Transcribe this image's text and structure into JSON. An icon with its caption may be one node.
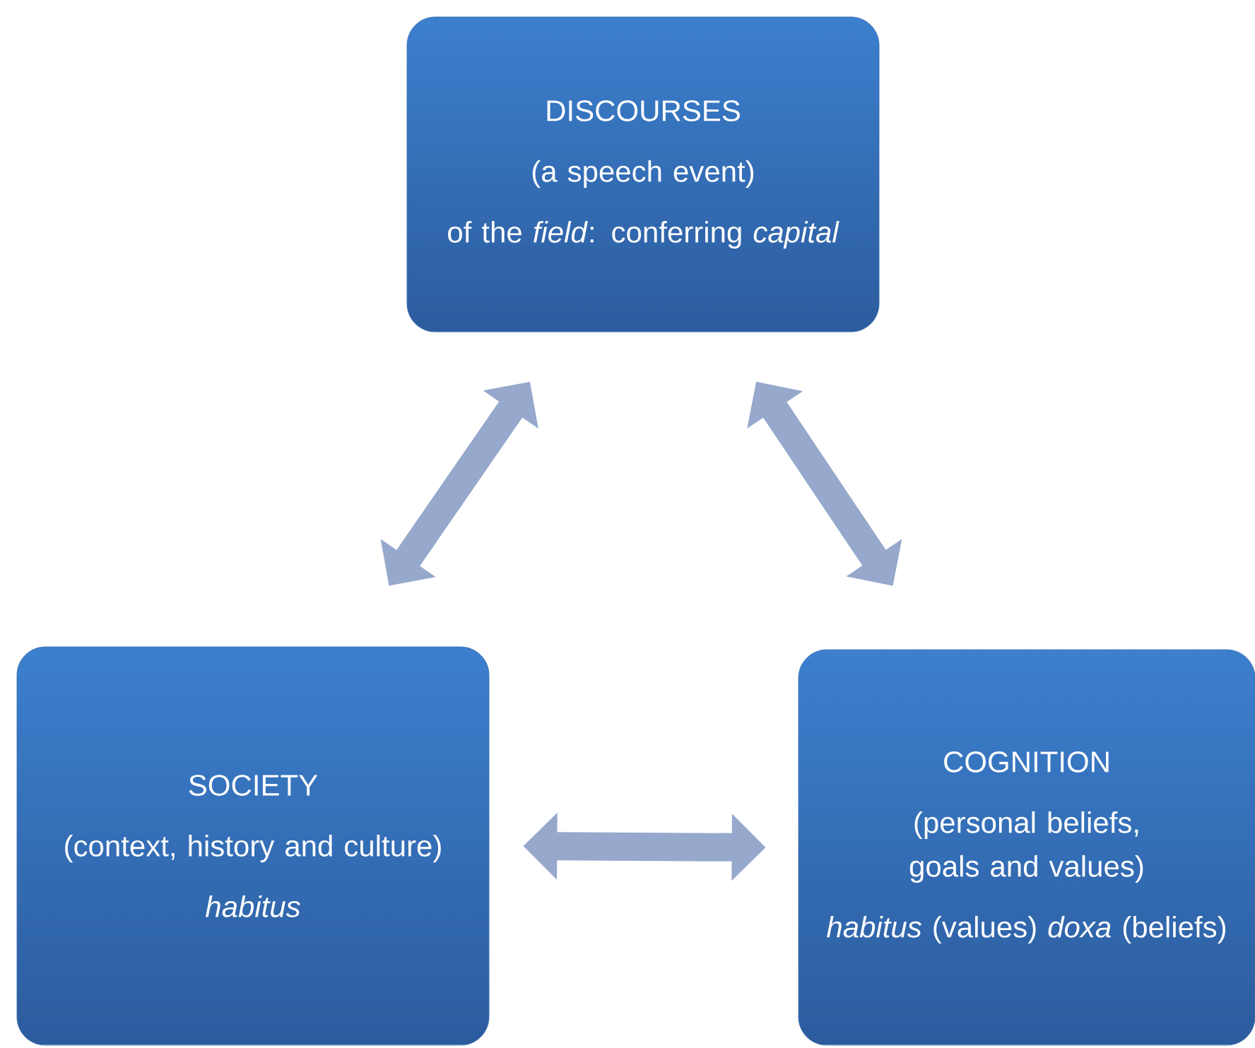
{
  "diagram": {
    "nodes": [
      {
        "text": [
          "DISCOURSES",
          "(a speech event)",
          "of the *field*: conferring *capital*"
        ]
      },
      {
        "text": [
          "SOCIETY",
          "(context, history and culture)",
          "*habitus*"
        ]
      },
      {
        "text": [
          "COGNITION",
          "(personal beliefs, goals and values)",
          "*habitus* (values) *doxa* (beliefs)"
        ]
      }
    ],
    "edges": [
      {
        "from": 0,
        "to": 1,
        "arrow": "both"
      },
      {
        "from": 0,
        "to": 2,
        "arrow": "both"
      },
      {
        "from": 1,
        "to": 2,
        "arrow": "both"
      }
    ]
  }
}
